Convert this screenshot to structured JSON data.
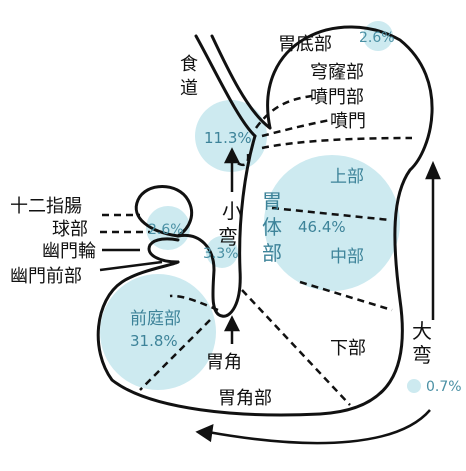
{
  "labels": {
    "fundus": "胃底部",
    "esophagus_1": "食",
    "esophagus_2": "道",
    "dome_1": "穹窿部",
    "dome_2": "噴門部",
    "cardia": "噴門",
    "duodenum": "十二指腸",
    "bulb": "球部",
    "pyloric_ring": "幽門輪",
    "pyloric_antrum": "幽門前部",
    "lesser_curv_1": "小",
    "lesser_curv_2": "弯",
    "body_1": "胃",
    "body_2": "体",
    "body_3": "部",
    "upper": "上部",
    "middle": "中部",
    "lower": "下部",
    "antrum": "前庭部",
    "angle": "胃角",
    "angle_region": "胃角部",
    "greater_curv_1": "大",
    "greater_curv_2": "弯"
  },
  "percentages": {
    "fundus": "2.6%",
    "cardia": "11.3%",
    "bulb": "2.6%",
    "lesser_curvature": "3.3%",
    "body": "46.4%",
    "antrum": "31.8%",
    "greater_curvature": "0.7%"
  },
  "colors": {
    "bubble": "#cdeaf0",
    "percent_text": "#3d8399",
    "outline": "#111111"
  }
}
